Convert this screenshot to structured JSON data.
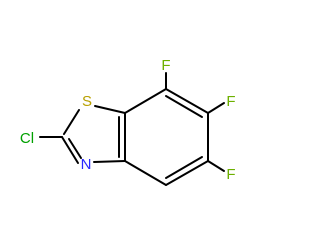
{
  "molecule": {
    "atoms": [
      {
        "id": "S",
        "label": "S",
        "color": "#b8a000"
      },
      {
        "id": "N",
        "label": "N",
        "color": "#2a2aff"
      },
      {
        "id": "Cl",
        "label": "Cl",
        "color": "#00a000"
      },
      {
        "id": "F7",
        "label": "F",
        "color": "#6db000"
      },
      {
        "id": "F6",
        "label": "F",
        "color": "#6db000"
      },
      {
        "id": "F5",
        "label": "F",
        "color": "#6db000"
      }
    ],
    "bond_color": "#000000"
  }
}
